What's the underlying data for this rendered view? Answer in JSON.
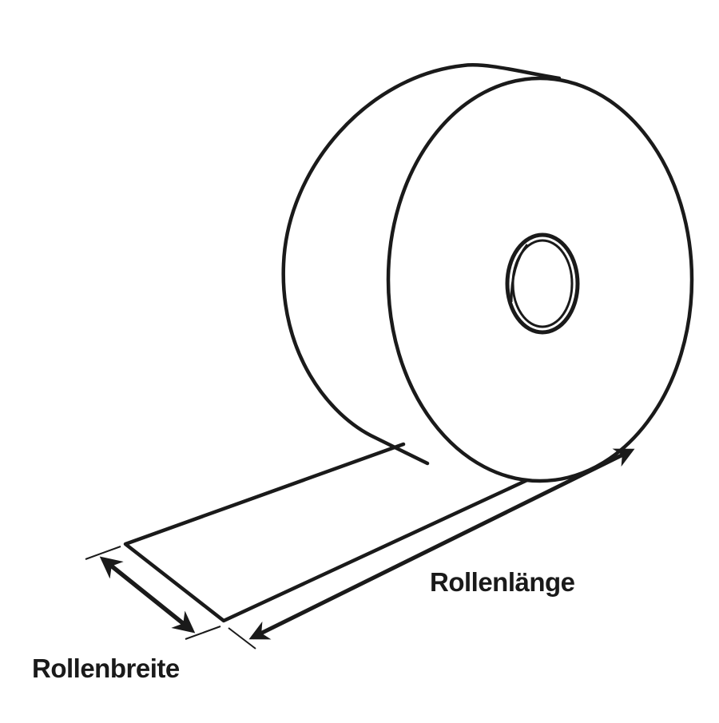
{
  "diagram": {
    "title": "Roll dimensions illustration",
    "subject": "paper-roll",
    "stroke_color": "#1a1a1a",
    "background_color": "#ffffff",
    "labels": {
      "width_label": "Rollenbreite",
      "length_label": "Rollenlänge"
    },
    "elements": [
      {
        "id": "roll-front-face",
        "shape": "ellipse"
      },
      {
        "id": "roll-back-edge",
        "shape": "arc"
      },
      {
        "id": "roll-core",
        "shape": "ellipse"
      },
      {
        "id": "unrolled-strip",
        "shape": "parallelogram"
      },
      {
        "id": "width-dimension-arrow",
        "shape": "double-arrow",
        "label_ref": "width_label"
      },
      {
        "id": "length-dimension-arrow",
        "shape": "double-arrow",
        "label_ref": "length_label"
      }
    ]
  }
}
